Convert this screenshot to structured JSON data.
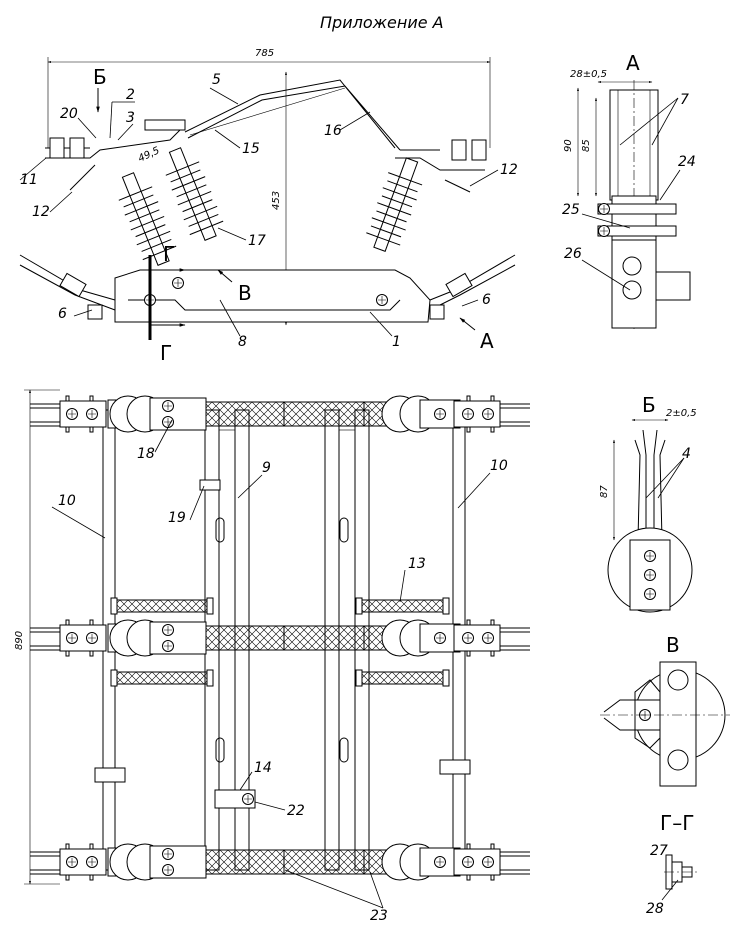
{
  "title": "Приложение А",
  "dimensions": {
    "overall_width": "785",
    "height": "453",
    "angle": "49,5",
    "plan_length": "890",
    "view_a_gap": "28±0,5",
    "view_a_h1": "90",
    "view_a_h2": "85",
    "view_b_gap": "2±0,5",
    "view_b_h": "87"
  },
  "views": {
    "a": "А",
    "b": "Б",
    "v": "В",
    "g": "Г",
    "gg": "Г–Г"
  },
  "callouts": {
    "c1": "1",
    "c2": "2",
    "c3": "3",
    "c4": "4",
    "c5": "5",
    "c6a": "6",
    "c6b": "6",
    "c7": "7",
    "c8": "8",
    "c9": "9",
    "c10a": "10",
    "c10b": "10",
    "c11": "11",
    "c12a": "12",
    "c12b": "12",
    "c13": "13",
    "c14": "14",
    "c15": "15",
    "c16": "16",
    "c17": "17",
    "c18": "18",
    "c19": "19",
    "c20": "20",
    "c22": "22",
    "c23": "23",
    "c24": "24",
    "c25": "25",
    "c26": "26",
    "c27": "27",
    "c28": "28"
  }
}
